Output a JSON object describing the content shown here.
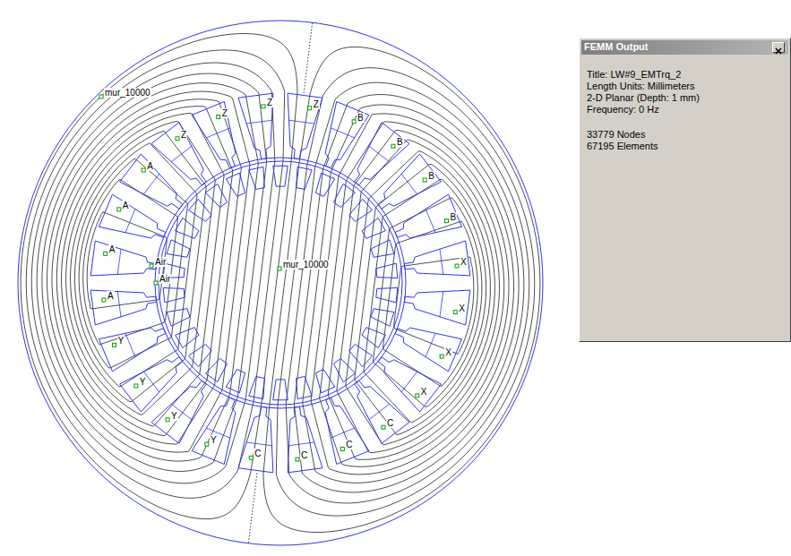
{
  "diagram": {
    "nodes": [
      {
        "text": [
          "FEMM Output",
          "Title: LW#9_EMTrq_2",
          "Length Units: Millimeters",
          "2-D Planar (Depth: 1 mm)",
          "Frequency: 0 Hz",
          "33779 Nodes",
          "67195 Elements"
        ]
      }
    ],
    "labels": [
      "mur_10000",
      "A",
      "A",
      "A",
      "A",
      "Z",
      "Z",
      "Z",
      "Z",
      "B",
      "B",
      "B",
      "B",
      "X",
      "X",
      "X",
      "X",
      "C",
      "C",
      "C",
      "C",
      "Y",
      "Y",
      "Y",
      "Y",
      "Air",
      "Air",
      "mur_10000"
    ]
  }
}
